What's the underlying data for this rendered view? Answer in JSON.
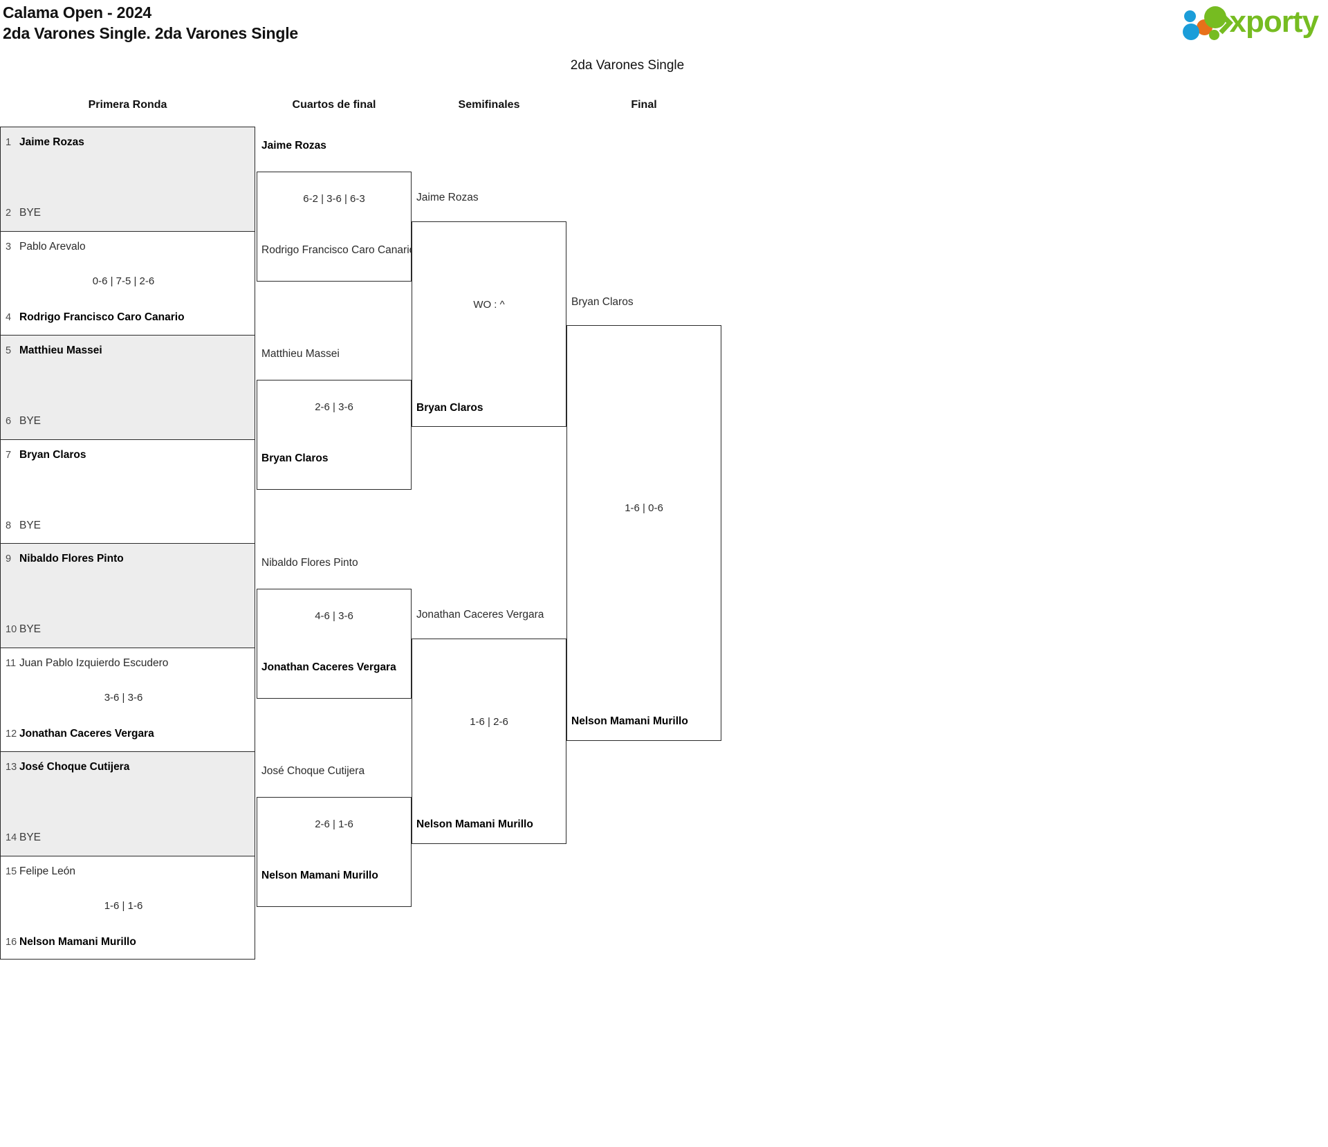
{
  "header": {
    "title_line1": "Calama Open - 2024",
    "title_line2": "2da Varones Single. 2da Varones Single",
    "logo_word": "xporty"
  },
  "category_title": "2da Varones Single",
  "rounds": [
    {
      "label": "Primera Ronda"
    },
    {
      "label": "Cuartos de final"
    },
    {
      "label": "Semifinales"
    },
    {
      "label": "Final"
    }
  ],
  "round1": {
    "matches": [
      {
        "score": "",
        "top": {
          "seed": "1",
          "name": "Jaime Rozas",
          "state": "winner"
        },
        "bottom": {
          "seed": "2",
          "name": "BYE",
          "state": "bye"
        }
      },
      {
        "score": "0-6 | 7-5 | 2-6",
        "top": {
          "seed": "3",
          "name": "Pablo Arevalo",
          "state": "loser"
        },
        "bottom": {
          "seed": "4",
          "name": "Rodrigo Francisco Caro Canario",
          "state": "winner"
        }
      },
      {
        "score": "",
        "top": {
          "seed": "5",
          "name": "Matthieu Massei",
          "state": "winner"
        },
        "bottom": {
          "seed": "6",
          "name": "BYE",
          "state": "bye"
        }
      },
      {
        "score": "",
        "top": {
          "seed": "7",
          "name": "Bryan Claros",
          "state": "winner"
        },
        "bottom": {
          "seed": "8",
          "name": "BYE",
          "state": "bye"
        }
      },
      {
        "score": "",
        "top": {
          "seed": "9",
          "name": "Nibaldo Flores Pinto",
          "state": "winner"
        },
        "bottom": {
          "seed": "10",
          "name": "BYE",
          "state": "bye"
        }
      },
      {
        "score": "3-6 | 3-6",
        "top": {
          "seed": "11",
          "name": "Juan Pablo Izquierdo Escudero",
          "state": "loser"
        },
        "bottom": {
          "seed": "12",
          "name": "Jonathan Caceres Vergara",
          "state": "winner"
        }
      },
      {
        "score": "",
        "top": {
          "seed": "13",
          "name": "José Choque Cutijera",
          "state": "winner"
        },
        "bottom": {
          "seed": "14",
          "name": "BYE",
          "state": "bye"
        }
      },
      {
        "score": "1-6 | 1-6",
        "top": {
          "seed": "15",
          "name": "Felipe León",
          "state": "loser"
        },
        "bottom": {
          "seed": "16",
          "name": "Nelson Mamani Murillo",
          "state": "winner"
        }
      }
    ]
  },
  "quarterfinals": {
    "matches": [
      {
        "score": "6-2 | 3-6 | 6-3",
        "top": {
          "name": "Jaime Rozas",
          "state": "winner"
        },
        "bottom": {
          "name": "Rodrigo Francisco Caro Canario",
          "state": "loser"
        }
      },
      {
        "score": "2-6 | 3-6",
        "top": {
          "name": "Matthieu Massei",
          "state": "loser"
        },
        "bottom": {
          "name": "Bryan Claros",
          "state": "winner"
        }
      },
      {
        "score": "4-6 | 3-6",
        "top": {
          "name": "Nibaldo Flores Pinto",
          "state": "loser"
        },
        "bottom": {
          "name": "Jonathan Caceres Vergara",
          "state": "winner"
        }
      },
      {
        "score": "2-6 | 1-6",
        "top": {
          "name": "José Choque Cutijera",
          "state": "loser"
        },
        "bottom": {
          "name": "Nelson Mamani Murillo",
          "state": "winner"
        }
      }
    ]
  },
  "semifinals": {
    "matches": [
      {
        "score": "WO : ^",
        "top": {
          "name": "Jaime Rozas",
          "state": "loser"
        },
        "bottom": {
          "name": "Bryan Claros",
          "state": "winner"
        }
      },
      {
        "score": "1-6 | 2-6",
        "top": {
          "name": "Jonathan Caceres Vergara",
          "state": "loser"
        },
        "bottom": {
          "name": "Nelson Mamani Murillo",
          "state": "winner"
        }
      }
    ]
  },
  "final": {
    "matches": [
      {
        "score": "1-6 | 0-6",
        "top": {
          "name": "Bryan Claros",
          "state": "loser"
        },
        "bottom": {
          "name": "Nelson Mamani Murillo",
          "state": "winner"
        }
      }
    ]
  }
}
